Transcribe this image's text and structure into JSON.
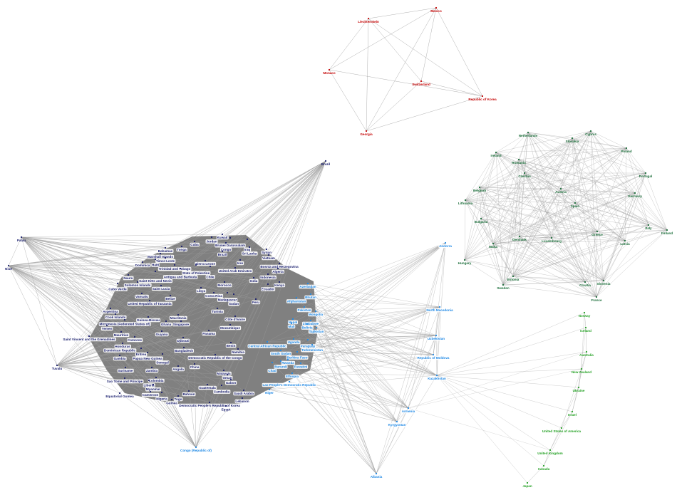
{
  "colors": {
    "edge": "#9e9e9e",
    "hull": "#808080",
    "label_bg": "#ffffff",
    "red_group": "#c40000",
    "europe_group": "#1b6e3a",
    "chain_group": "#22a022",
    "blue_group": "#1e88e5",
    "navy_group": "#1a1f6e"
  },
  "groups": {
    "red": [
      "Liechtenstein",
      "Mexico",
      "Monaco",
      "Switzerland",
      "Republic of Korea",
      "Georgia"
    ],
    "europe": [
      "Netherlands",
      "Slovakia",
      "Cyprus",
      "Poland",
      "Ireland",
      "Romania",
      "Czechia",
      "Portugal",
      "Belgium",
      "Austria",
      "Germany",
      "Lithuania",
      "Spain",
      "Bulgaria",
      "Italy",
      "Finland",
      "Denmark",
      "Luxembourg",
      "Greece",
      "Malta",
      "Latvia",
      "Hungary",
      "Estonia",
      "Sweden",
      "Croatia",
      "Slovenia",
      "France"
    ],
    "chain": [
      "Norway",
      "Iceland",
      "Australia",
      "New Zealand",
      "Ukraine",
      "Israel",
      "United States of America",
      "United Kingdom",
      "Canada",
      "Japan"
    ],
    "blue_outer": [
      "Andorra",
      "North Macedonia",
      "Uzbekistan",
      "Republic of Moldova",
      "Kazakhstan",
      "Armenia",
      "Kyrgyzstan",
      "Albania",
      "Congo (Republic of)"
    ],
    "blue_inner": [
      "Azerbaijan",
      "Bhutan",
      "Afghanistan",
      "Pakistan",
      "Mongolia",
      "Nepal",
      "Zimbabwe",
      "Mali",
      "Bolivia",
      "Tajikistan",
      "Uganda",
      "Paraguay",
      "Turkmenistan",
      "Central African Republic",
      "South Sudan",
      "Burkina Faso",
      "Rwanda",
      "Burundi",
      "Chad",
      "Eswatini",
      "Ethiopia",
      "Lao People's Democratic Republic",
      "Niger"
    ],
    "navy_hubs": [
      "Palau",
      "Niue",
      "Tuvalu",
      "Brazil"
    ],
    "navy_inner": [
      "Cuba",
      "Jordan",
      "Kuwait",
      "Brunei Darussalam",
      "Congo",
      "Iraq",
      "Bahamas",
      "Tonga",
      "Marshall Islands",
      "Sri Lanka",
      "Syrian",
      "Timor-Leste",
      "Dominica",
      "Haiti",
      "Brazil",
      "Vietnam",
      "Bosnia and Herzegovina",
      "Iran",
      "Sierra Leone",
      "Trinidad and Tobago",
      "State of Palestine",
      "Chile",
      "Antigua and Barbuda",
      "United Arab Emirates",
      "Algeria",
      "Saint Kitts and Nevis",
      "Indonesia",
      "Nauru",
      "India",
      "Solomon Islands",
      "Cabo Verde",
      "Morocco",
      "Kenya",
      "Ecuador",
      "Saint Lucia",
      "Libya",
      "Costa Rica",
      "Madagascar",
      "Sudan",
      "Vanuatu",
      "Belize",
      "Peru",
      "United Republic of Tanzania",
      "Tunisia",
      "Argentina",
      "Cook Islands",
      "Micronesia (Federated States of)",
      "Guinea-Bissau",
      "Côte d'Ivoire",
      "Mauritania",
      "Ghana",
      "Singapore",
      "Yemen",
      "Mozambique",
      "Guyana",
      "Panama",
      "Mauritius",
      "Saint Vincent and the Grenadines",
      "Comoros",
      "Djibouti",
      "Benin",
      "Dominican Republic",
      "Honduras",
      "Eritrea",
      "Bangladesh",
      "Namibia",
      "Papua New Guinea",
      "Senegal",
      "Democratic Republic of the Congo",
      "Gambia",
      "Suriname",
      "Zambia",
      "Angola",
      "China",
      "Malaysia",
      "Oman",
      "Sao Tome and Principe",
      "Colombia",
      "Liberia",
      "Gabon",
      "Myanmar",
      "Guatemala",
      "Cambodia",
      "Equatorial Guinea",
      "Cameroon",
      "Nigeria",
      "Bahrain",
      "Saudi Arabia",
      "Togo",
      "Guinea",
      "Democratic People's Republic of Korea",
      "Lebanon",
      "Egypt"
    ]
  }
}
